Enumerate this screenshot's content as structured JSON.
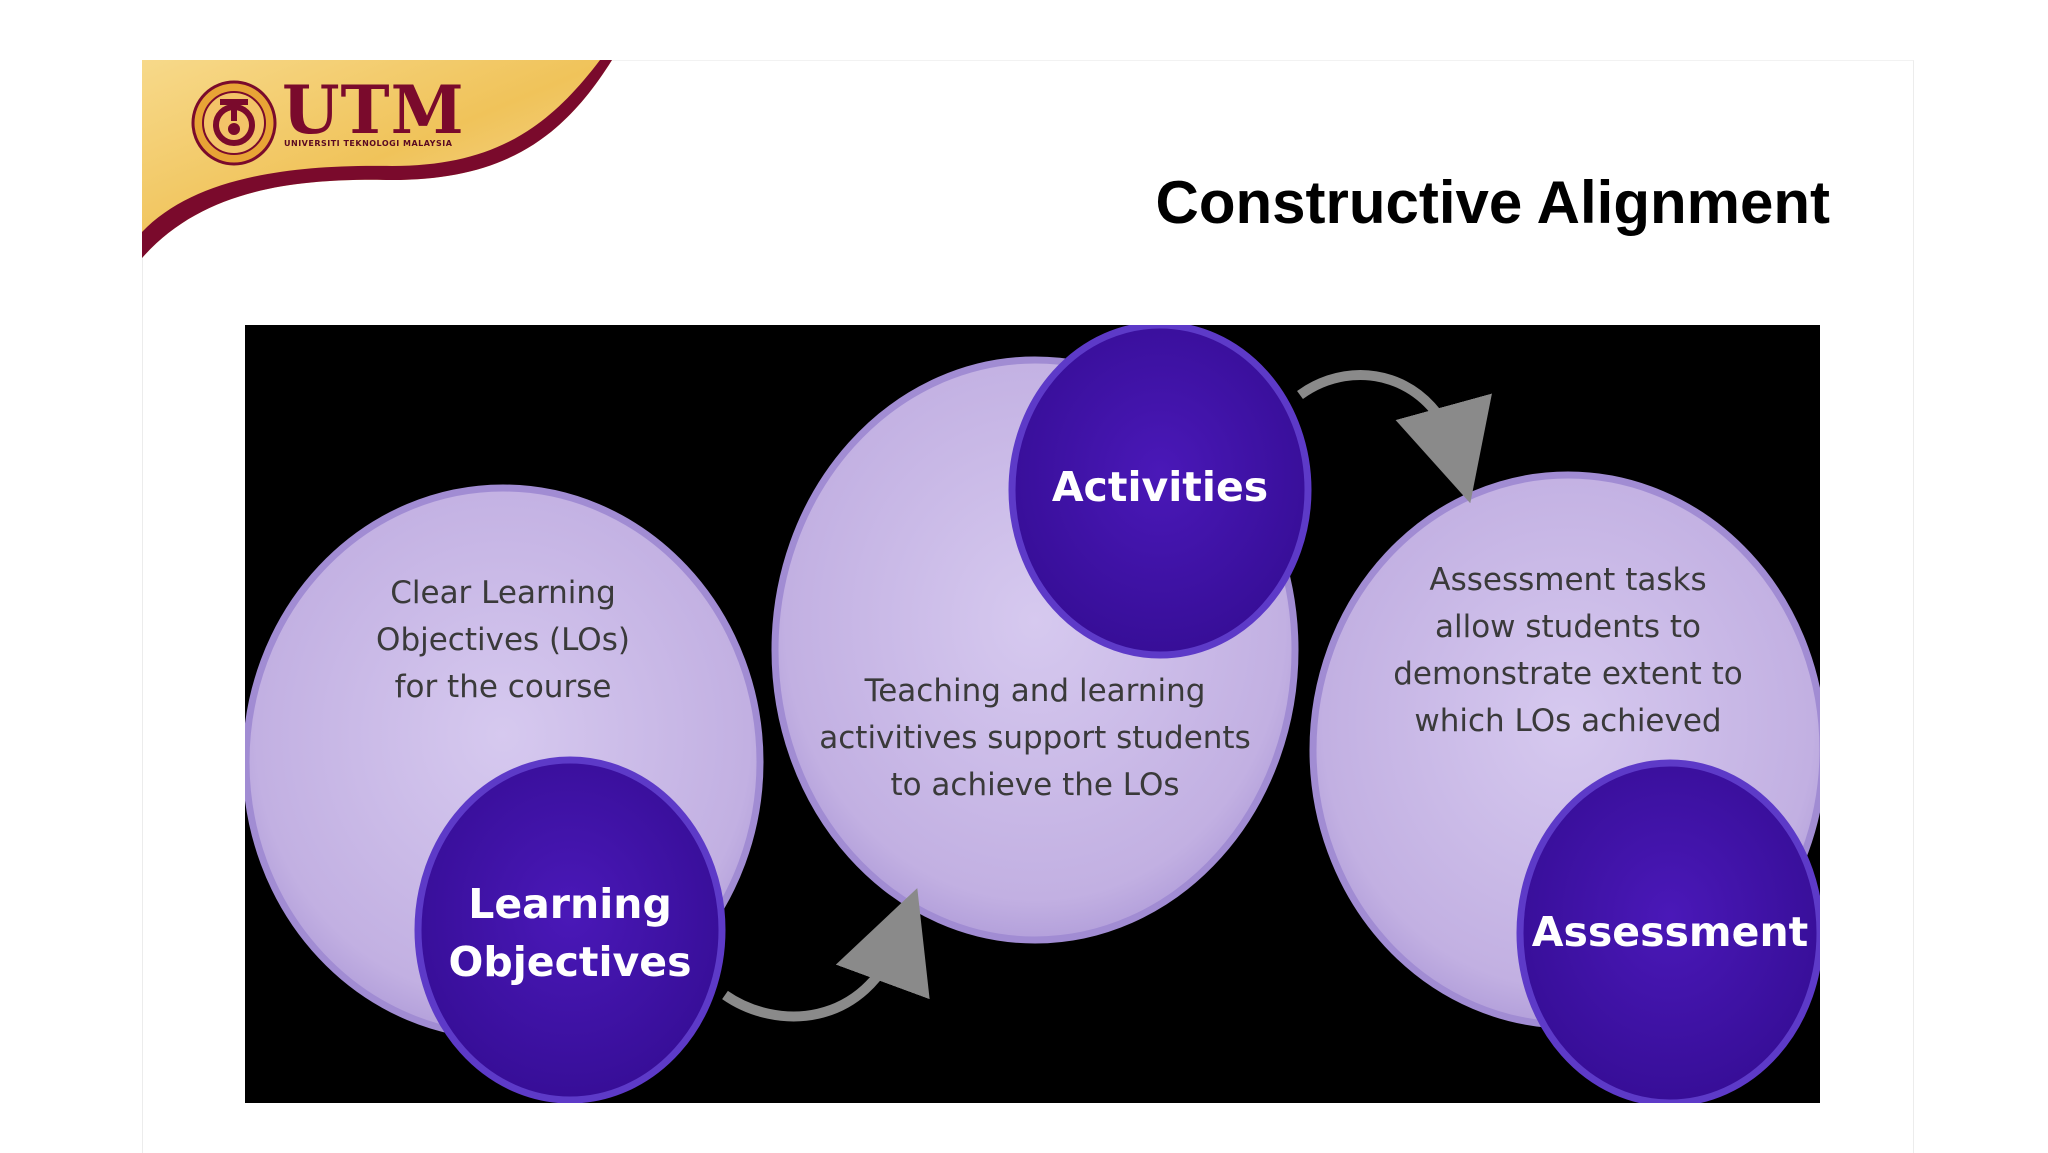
{
  "logo": {
    "name": "UTM",
    "subtitle": "UNIVERSITI TEKNOLOGI MALAYSIA"
  },
  "title": "Constructive Alignment",
  "diagram": {
    "learning_objectives": {
      "label_line1": "Learning",
      "label_line2": "Objectives",
      "desc_line1": "Clear Learning",
      "desc_line2": "Objectives (LOs)",
      "desc_line3": "for the course"
    },
    "activities": {
      "label": "Activities",
      "desc_line1": "Teaching and learning",
      "desc_line2": "activitives support students",
      "desc_line3": "to achieve the LOs"
    },
    "assessment": {
      "label": "Assessment",
      "desc_line1": "Assessment tasks",
      "desc_line2": "allow students to",
      "desc_line3": "demonstrate extent to",
      "desc_line4": "which LOs  achieved"
    },
    "colors": {
      "light_circle": "#c3b2e0",
      "dark_circle": "#3f13a4",
      "background": "#000000",
      "arrow": "#8a8a8a"
    }
  }
}
